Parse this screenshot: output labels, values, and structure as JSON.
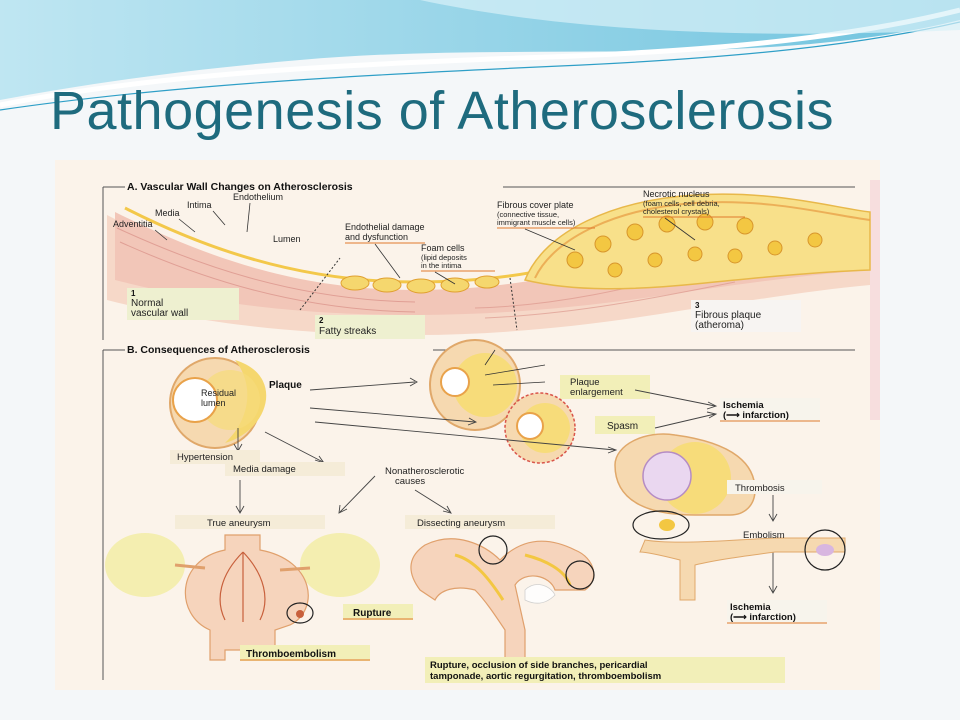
{
  "slide": {
    "title": "Pathogenesis of Atherosclerosis"
  },
  "colors": {
    "title": "#1e6b7e",
    "paper": "#fbf3ea",
    "plaque_yellow": "#f5d76e",
    "label_bg": "#f2efb8",
    "orange_line": "#e07a2c"
  },
  "section_a": {
    "heading": "A. Vascular Wall Changes on Atherosclerosis",
    "layers": {
      "endothelium": "Endothelium",
      "intima": "Intima",
      "media": "Media",
      "adventitia": "Adventitia",
      "lumen": "Lumen"
    },
    "endothelial_damage": [
      "Endothelial damage",
      "and dysfunction"
    ],
    "foam_cells": [
      "Foam cells",
      "(lipid deposits",
      "in the intima"
    ],
    "fibrous_cover": [
      "Fibrous cover plate",
      "(connective tissue,",
      "immigrant muscle cells)"
    ],
    "necrotic_nucleus": [
      "Necrotic nucleus",
      "(foam cells, cell debria,",
      "cholesterol crystals)"
    ],
    "stage1": {
      "num": "1",
      "lines": [
        "Normal",
        "vascular wall"
      ]
    },
    "stage2": {
      "num": "2",
      "lines": [
        "Fatty streaks"
      ]
    },
    "stage3": {
      "num": "3",
      "lines": [
        "Fibrous plaque",
        "(atheroma)"
      ]
    }
  },
  "section_b": {
    "heading": "B. Consequences of Atherosclerosis",
    "plaque": "Plaque",
    "residual_lumen": [
      "Residual",
      "lumen"
    ],
    "plaque_enlargement": [
      "Plaque",
      "enlargement"
    ],
    "spasm": "Spasm",
    "ischemia_top": [
      "Ischemia",
      "(⟶ infarction)"
    ],
    "hypertension": "Hypertension",
    "media_damage": "Media damage",
    "nonatherosclerotic": [
      "Nonatherosclerotic",
      "causes"
    ],
    "true_aneurysm": "True aneurysm",
    "dissecting_aneurysm": "Dissecting aneurysm",
    "thrombosis": "Thrombosis",
    "embolism": "Embolism",
    "ischemia_bottom": [
      "Ischemia",
      "(⟶ infarction)"
    ],
    "rupture": "Rupture",
    "thromboembolism": "Thromboembolism",
    "consequences": [
      "Rupture, occlusion of side branches, pericardial",
      "tamponade, aortic regurgitation, thromboembolism"
    ]
  }
}
